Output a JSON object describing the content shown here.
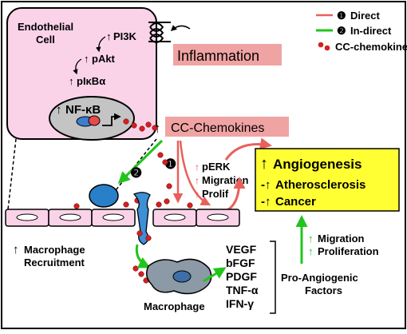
{
  "legend": {
    "direct_num": "❶",
    "direct_label": "Direct",
    "indirect_num": "❷",
    "indirect_label": "In-direct",
    "chemokine_label": "CC-chemokine",
    "colors": {
      "direct": "#e8605a",
      "indirect": "#22c41c",
      "chemokine": "#d42020"
    }
  },
  "cell": {
    "title_line1": "Endothelial",
    "title_line2": "Cell",
    "pathway": [
      "PI3K",
      "pAkt",
      "pIκBα"
    ],
    "nfkb": "NF-κB",
    "fill": "#fbd3e9"
  },
  "inflammation": {
    "label": "Inflammation",
    "fill": "#f0a3a3"
  },
  "chemokines_box": {
    "label": "CC-Chemokines",
    "fill": "#f0a3a3"
  },
  "markers": {
    "direct": "❶",
    "indirect": "❷"
  },
  "direct_effects": [
    "pERK",
    "Migration",
    "Prolif"
  ],
  "outcome_box": {
    "title": "Angiogenesis",
    "line2": "Atherosclerosis",
    "line3": "Cancer",
    "fill": "#ffff33"
  },
  "macrophage_recruitment": {
    "line1": "Macrophage",
    "line2": "Recruitment"
  },
  "macrophage_label": "Macrophage",
  "factors": [
    "VEGF",
    "bFGF",
    "PDGF",
    "TNF-α",
    "IFN-γ"
  ],
  "pro_angiogenic": {
    "line1": "Pro-Angiogenic",
    "line2": "Factors"
  },
  "migration_proliferation": [
    "Migration",
    "Proliferation"
  ]
}
